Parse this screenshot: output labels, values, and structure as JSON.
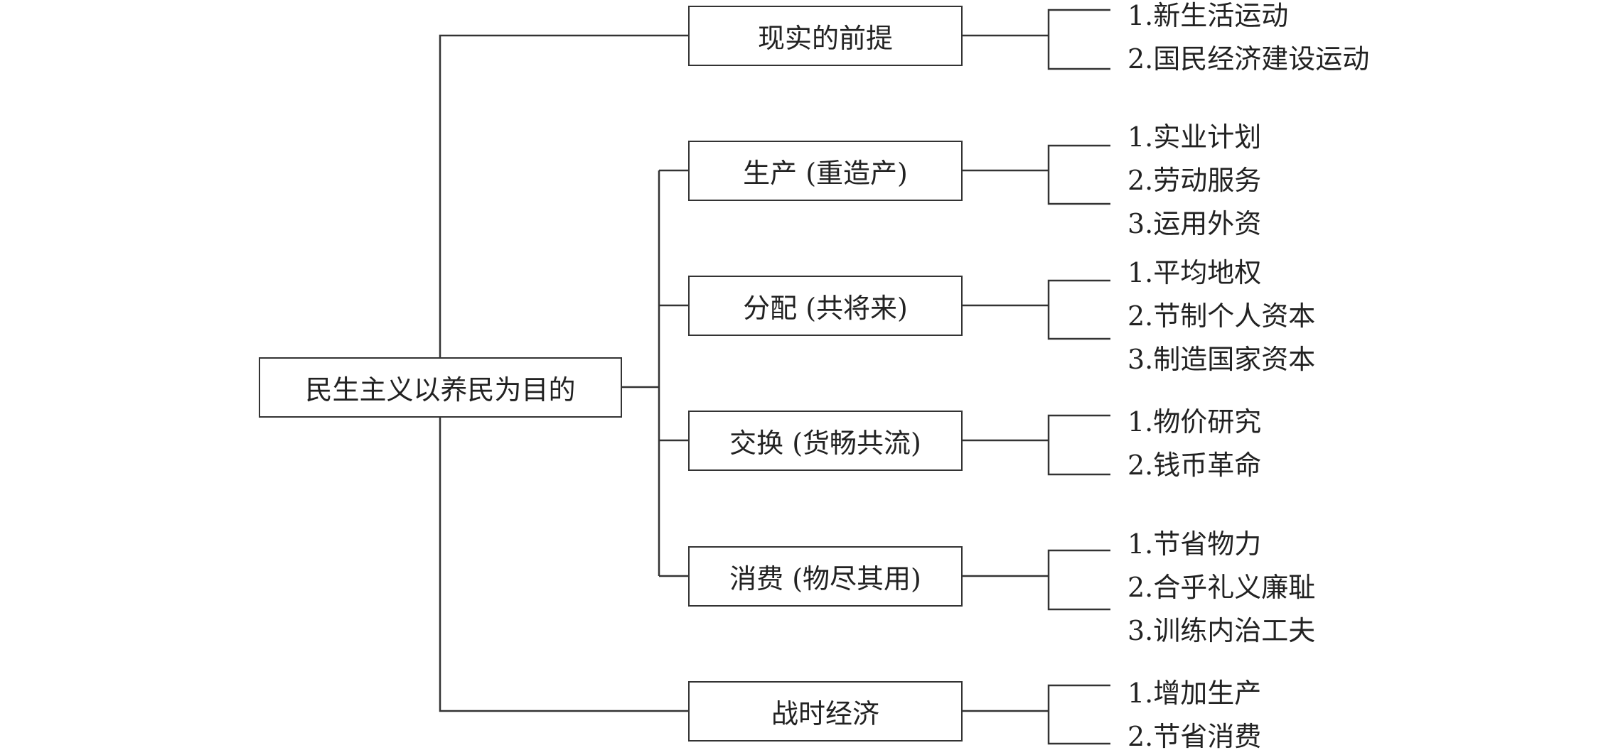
{
  "root": {
    "label": "民生主义以养民为目的"
  },
  "branches": [
    {
      "label": "现实的前提",
      "items": [
        "1.新生活运动",
        "2.国民经济建设运动"
      ]
    },
    {
      "label": "生产 (重造产)",
      "items": [
        "1.实业计划",
        "2.劳动服务",
        "3.运用外资"
      ]
    },
    {
      "label": "分配 (共将来)",
      "items": [
        "1.平均地权",
        "2.节制个人资本",
        "3.制造国家资本"
      ]
    },
    {
      "label": "交换 (货畅共流)",
      "items": [
        "1.物价研究",
        "2.钱币革命"
      ]
    },
    {
      "label": "消费 (物尽其用)",
      "items": [
        "1.节省物力",
        "2.合乎礼义廉耻",
        "3.训练内治工夫"
      ]
    },
    {
      "label": "战时经济",
      "items": [
        "1.增加生产",
        "2.节省消费"
      ]
    }
  ]
}
